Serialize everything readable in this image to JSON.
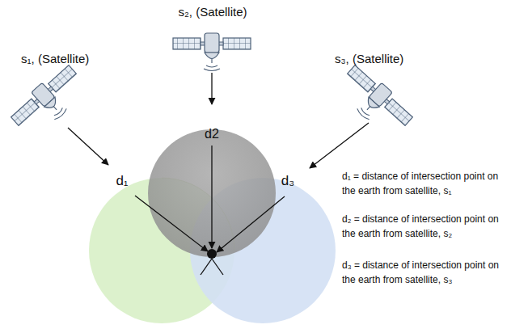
{
  "diagram": {
    "labels": [
      "s₂, (Satellite)",
      "s₁, (Satellite)",
      "s₃, (Satellite)",
      "d2",
      "d₁",
      "d₃",
      "d₁ = distance of intersection point on the earth from satellite, s₁",
      "d₂ = distance of intersection point on the earth from satellite, s₂",
      "d₃ = distance of intersection point on the earth from satellite, s₃"
    ]
  }
}
